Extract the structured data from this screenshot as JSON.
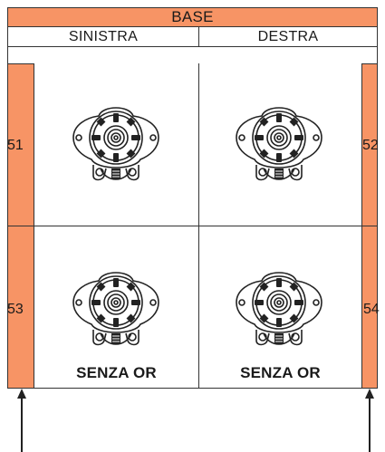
{
  "header": {
    "base": "BASE",
    "left": "SINISTRA",
    "right": "DESTRA"
  },
  "positions": [
    {
      "number": "51",
      "note": ""
    },
    {
      "number": "52",
      "note": ""
    },
    {
      "number": "53",
      "note": "SENZA OR"
    },
    {
      "number": "54",
      "note": "SENZA OR"
    }
  ],
  "colors": {
    "accent": "#f79465",
    "line": "#333333"
  },
  "icons": {
    "motor": "hydraulic-motor-icon",
    "arrow": "up-arrow-icon"
  }
}
